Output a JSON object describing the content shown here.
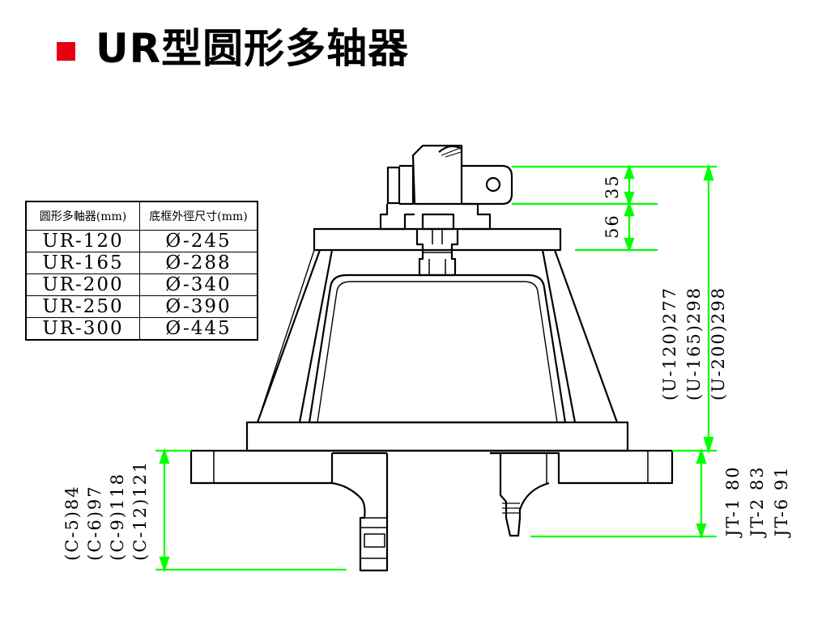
{
  "title": "UR型圆形多轴器",
  "accent_color": "#e60012",
  "dimension_line_color": "#00ff00",
  "table": {
    "headers": [
      "圆形多軸器(mm)",
      "底框外徑尺寸(mm)"
    ],
    "rows": [
      [
        "UR-120",
        "Ø-245"
      ],
      [
        "UR-165",
        "Ø-288"
      ],
      [
        "UR-200",
        "Ø-340"
      ],
      [
        "UR-250",
        "Ø-390"
      ],
      [
        "UR-300",
        "Ø-445"
      ]
    ]
  },
  "dimensions": {
    "top_35": "35",
    "top_56": "56",
    "height_u120": "(U-120)277",
    "height_u165": "(U-165)298",
    "height_u200": "(U-200)298",
    "jt1": "JT-1 80",
    "jt2": "JT-2 83",
    "jt6": "JT-6 91",
    "c5": "(C-5)84",
    "c6": "(C-6)97",
    "c9": "(C-9)118",
    "c12": "(C-12)121"
  }
}
